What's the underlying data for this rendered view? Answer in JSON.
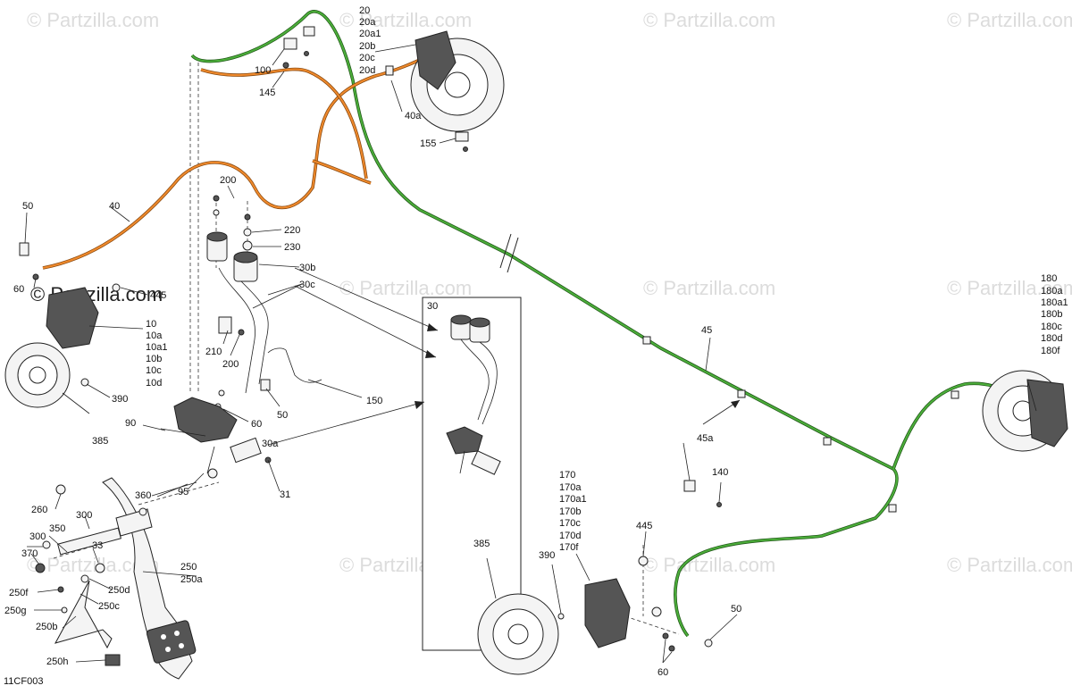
{
  "watermark": "© Partzilla.com",
  "diagram_code": "11CF003",
  "inset_label": "30",
  "callouts": {
    "c20": "20",
    "c20a": "20a",
    "c20a1": "20a1",
    "c20b": "20b",
    "c20c": "20c",
    "c20d": "20d",
    "c100": "100",
    "c145": "145",
    "c40a": "40a",
    "c155": "155",
    "c40": "40",
    "c50_left": "50",
    "c60_left": "60",
    "c445_left": "445",
    "c10": "10",
    "c10a": "10a",
    "c10a1": "10a1",
    "c10b": "10b",
    "c10c": "10c",
    "c10d": "10d",
    "c390_left": "390",
    "c385_left": "385",
    "c200_top": "200",
    "c220": "220",
    "c230": "230",
    "c30b": "30b",
    "c30c": "30c",
    "c210": "210",
    "c200_mid": "200",
    "c150": "150",
    "c50_mid": "50",
    "c60_mid": "60",
    "c90": "90",
    "c30a": "30a",
    "c95": "95",
    "c31": "31",
    "c360": "360",
    "c260": "260",
    "c300_a": "300",
    "c300_b": "300",
    "c350": "350",
    "c370": "370",
    "c33": "33",
    "c250": "250",
    "c250a": "250a",
    "c250d": "250d",
    "c250c": "250c",
    "c250f": "250f",
    "c250g": "250g",
    "c250b": "250b",
    "c250h": "250h",
    "c45": "45",
    "c45a": "45a",
    "c140": "140",
    "c180": "180",
    "c180a": "180a",
    "c180a1": "180a1",
    "c180b": "180b",
    "c180c": "180c",
    "c180d": "180d",
    "c180f": "180f",
    "c170": "170",
    "c170a": "170a",
    "c170a1": "170a1",
    "c170b": "170b",
    "c170c": "170c",
    "c170d": "170d",
    "c170f": "170f",
    "c445_right": "445",
    "c390_right": "390",
    "c385_right": "385",
    "c50_right": "50",
    "c60_right": "60"
  }
}
